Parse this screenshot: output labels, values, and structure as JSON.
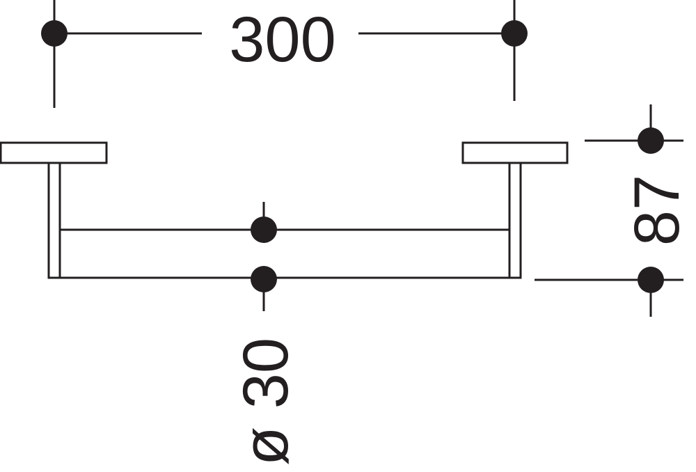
{
  "diagram": {
    "dimensions": {
      "length": "300",
      "height": "87",
      "diameter": "ø 30"
    },
    "colors": {
      "ink": "#231f20",
      "background": "#ffffff"
    }
  }
}
